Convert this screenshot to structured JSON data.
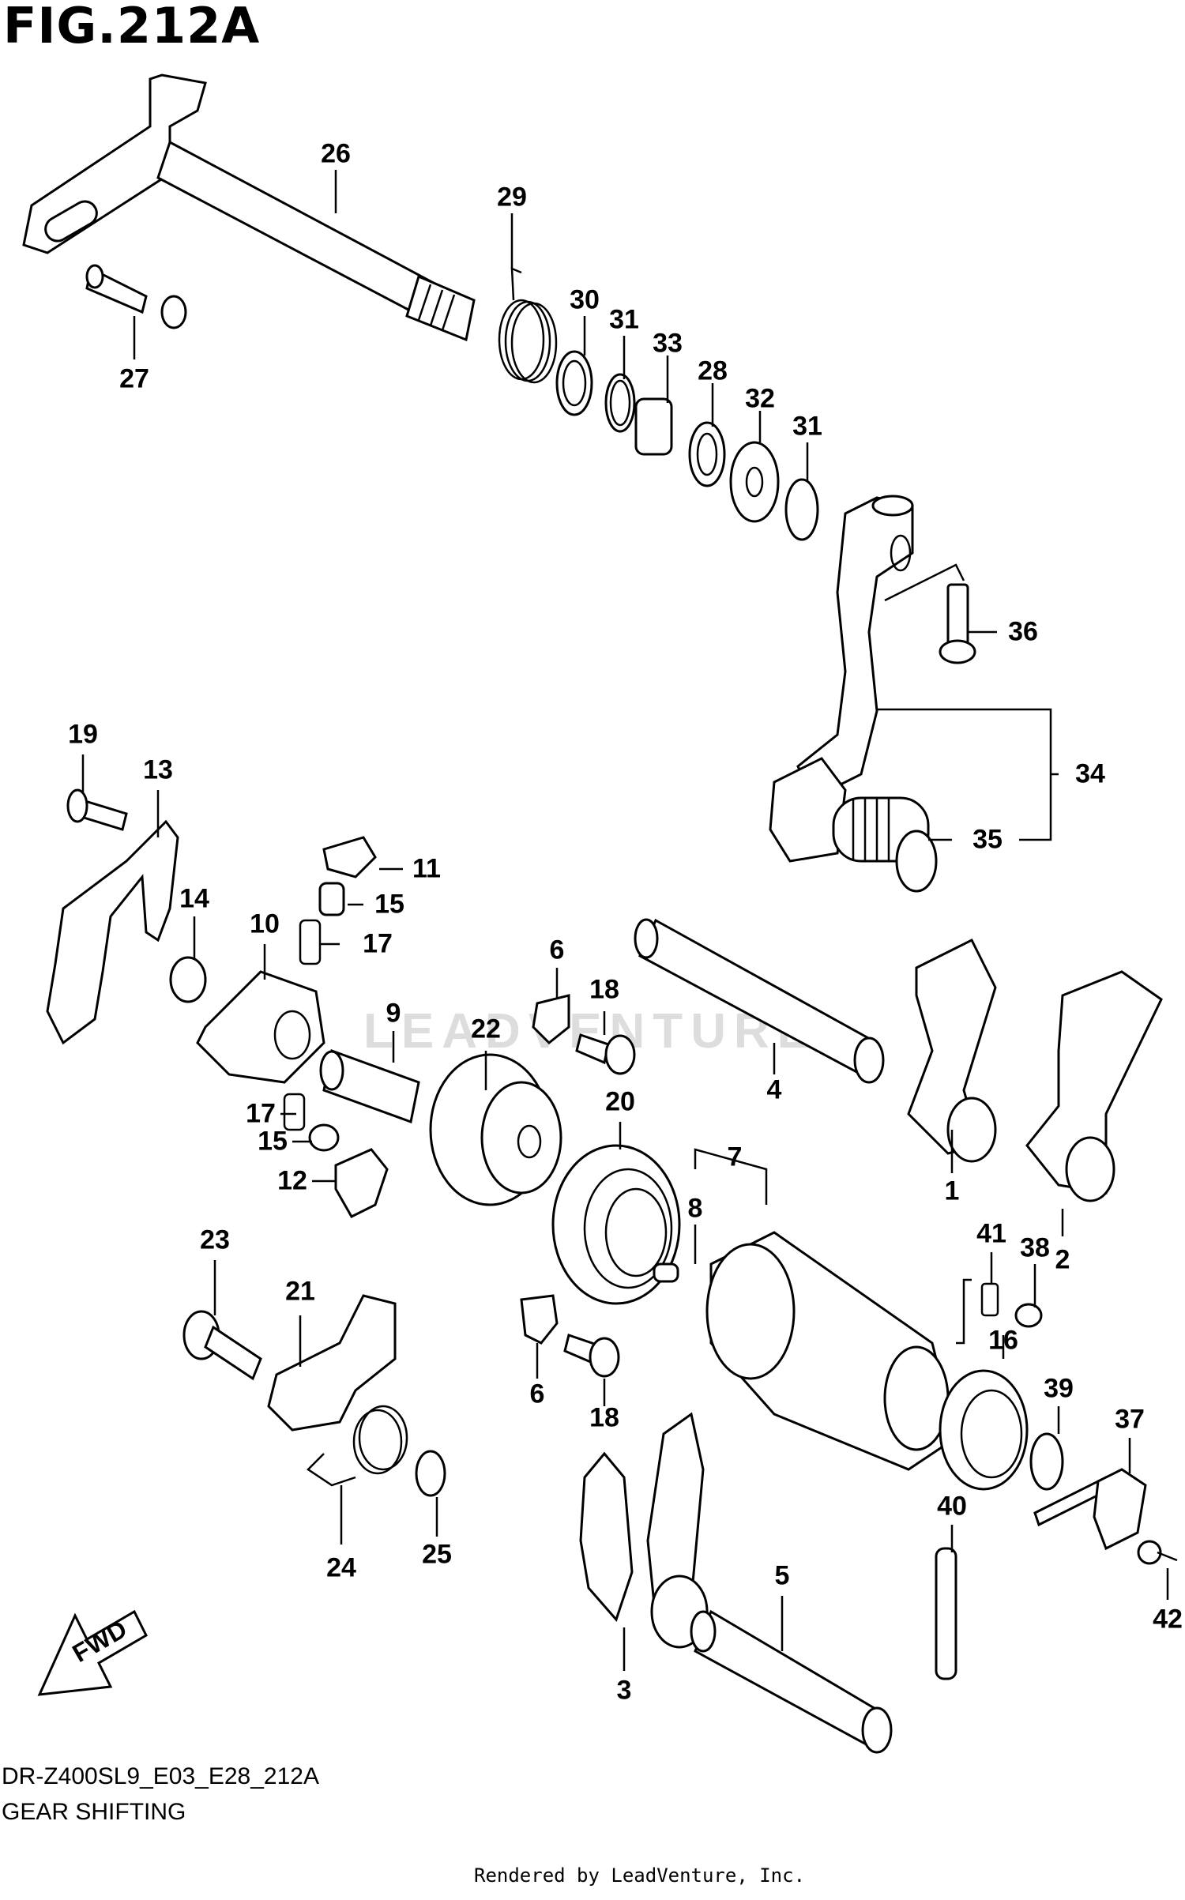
{
  "figure": {
    "title": "FIG.212A",
    "model_code": "DR-Z400SL9_E03_E28_212A",
    "caption": "GEAR SHIFTING",
    "rendered_by": "Rendered by LeadVenture, Inc.",
    "watermark": "LEADVENTURE"
  },
  "direction": {
    "label": "FWD"
  },
  "callouts": [
    {
      "id": "26",
      "text": "26"
    },
    {
      "id": "29",
      "text": "29"
    },
    {
      "id": "30",
      "text": "30"
    },
    {
      "id": "31a",
      "text": "31"
    },
    {
      "id": "33",
      "text": "33"
    },
    {
      "id": "28",
      "text": "28"
    },
    {
      "id": "32",
      "text": "32"
    },
    {
      "id": "31b",
      "text": "31"
    },
    {
      "id": "27",
      "text": "27"
    },
    {
      "id": "36",
      "text": "36"
    },
    {
      "id": "34",
      "text": "34"
    },
    {
      "id": "35",
      "text": "35"
    },
    {
      "id": "19",
      "text": "19"
    },
    {
      "id": "13",
      "text": "13"
    },
    {
      "id": "14",
      "text": "14"
    },
    {
      "id": "10",
      "text": "10"
    },
    {
      "id": "11",
      "text": "11"
    },
    {
      "id": "15a",
      "text": "15"
    },
    {
      "id": "17a",
      "text": "17"
    },
    {
      "id": "6a",
      "text": "6"
    },
    {
      "id": "18a",
      "text": "18"
    },
    {
      "id": "9",
      "text": "9"
    },
    {
      "id": "22",
      "text": "22"
    },
    {
      "id": "4",
      "text": "4"
    },
    {
      "id": "1",
      "text": "1"
    },
    {
      "id": "17b",
      "text": "17"
    },
    {
      "id": "15b",
      "text": "15"
    },
    {
      "id": "12",
      "text": "12"
    },
    {
      "id": "20",
      "text": "20"
    },
    {
      "id": "7",
      "text": "7"
    },
    {
      "id": "8",
      "text": "8"
    },
    {
      "id": "41",
      "text": "41"
    },
    {
      "id": "38",
      "text": "38"
    },
    {
      "id": "2",
      "text": "2"
    },
    {
      "id": "23",
      "text": "23"
    },
    {
      "id": "21",
      "text": "21"
    },
    {
      "id": "6b",
      "text": "6"
    },
    {
      "id": "18b",
      "text": "18"
    },
    {
      "id": "16",
      "text": "16"
    },
    {
      "id": "39",
      "text": "39"
    },
    {
      "id": "37",
      "text": "37"
    },
    {
      "id": "40",
      "text": "40"
    },
    {
      "id": "24",
      "text": "24"
    },
    {
      "id": "25",
      "text": "25"
    },
    {
      "id": "5",
      "text": "5"
    },
    {
      "id": "3",
      "text": "3"
    },
    {
      "id": "42",
      "text": "42"
    }
  ]
}
